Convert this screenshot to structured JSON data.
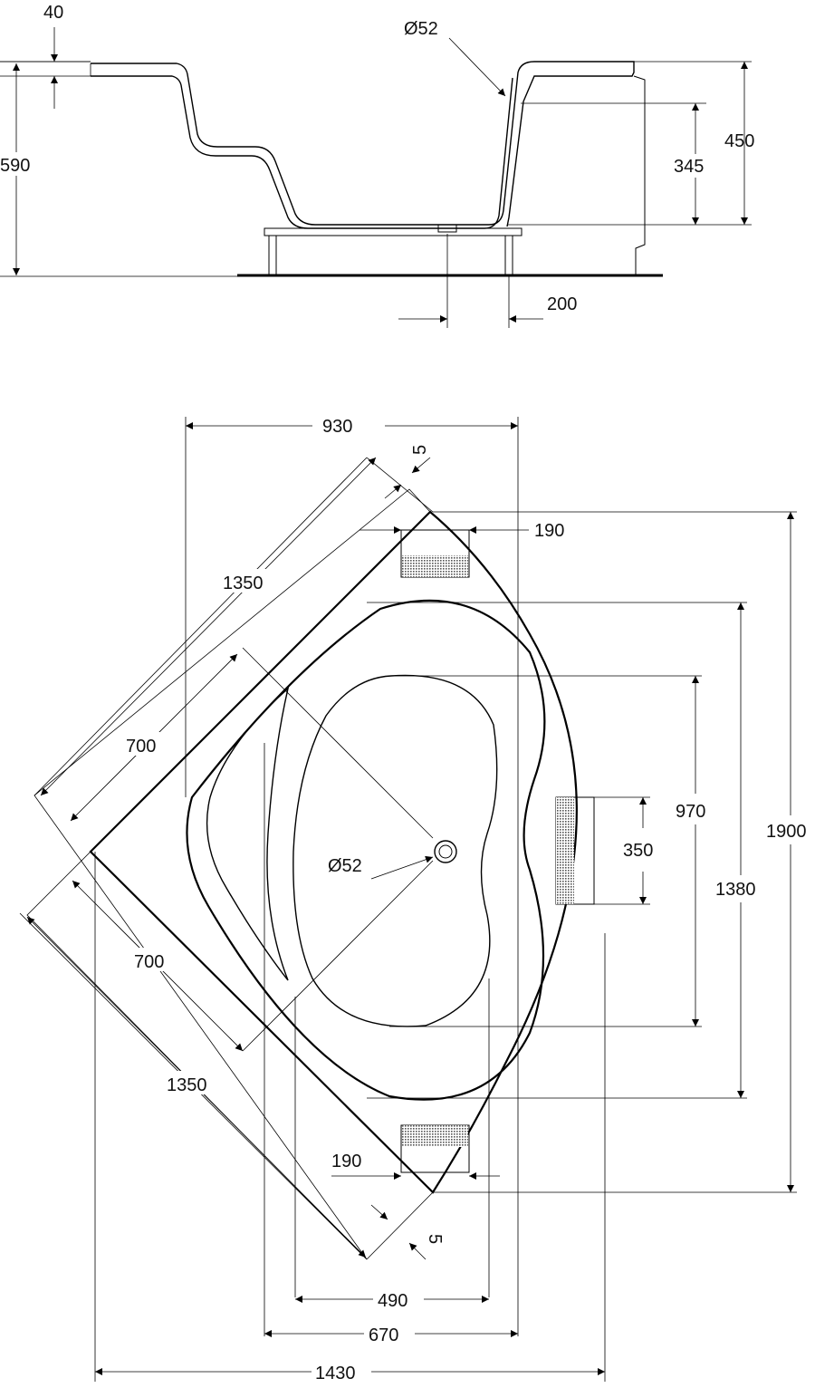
{
  "side_view": {
    "dim_rim_thickness": "40",
    "dim_drain_diameter": "Ø52",
    "dim_total_height": "590",
    "dim_inner_depth": "345",
    "dim_tub_height": "450",
    "dim_drain_offset": "200"
  },
  "plan_view": {
    "dim_panel_width": "930",
    "dim_panel_gap_top": "5",
    "dim_panel_gap_bottom": "5",
    "dim_headrest_top": "190",
    "dim_headrest_bottom": "190",
    "dim_side_upper": "1350",
    "dim_side_lower": "1350",
    "dim_inner_upper": "700",
    "dim_inner_lower": "700",
    "dim_drain_diameter": "Ø52",
    "dim_armrest": "350",
    "dim_basin_length": "970",
    "dim_inner_length": "1380",
    "dim_total_length": "1900",
    "dim_basin_width": "490",
    "dim_inner_width": "670",
    "dim_total_width": "1430"
  }
}
